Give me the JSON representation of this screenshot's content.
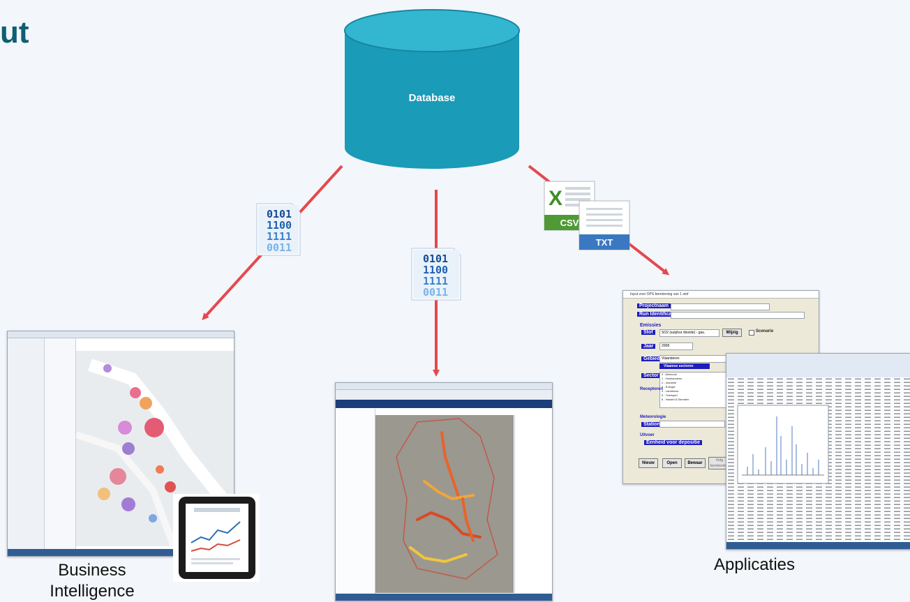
{
  "page": {
    "title": "ut"
  },
  "database": {
    "label": "Database"
  },
  "captions": {
    "bi_line1": "Business",
    "bi_line2": "Intelligence",
    "apps": "Applicaties"
  },
  "badges": {
    "csv": "CSV",
    "txt": "TXT",
    "binary_lines": [
      "0101",
      "1100",
      "1111",
      "0011"
    ]
  },
  "form": {
    "title": "Input voor OPS berekening van 1 stof",
    "projectnaam": "Projectnaam",
    "identificatie": "Run Identificatie",
    "emissies": "Emissies",
    "stof": "Stof",
    "stof_value": "SO2 (sulphur dioxide) - gas.",
    "wijzig": "Wijzig",
    "scenario": "Scenario",
    "jaar": "Jaar",
    "jaar_value": "2008",
    "gebied": "Gebied",
    "gebied_value": "Vlaanderen",
    "vlaamse": "Vlaamse sectoren",
    "sector": "Sector",
    "sector_options": [
      "0 - Allesvoal",
      "1 - Huishoudens",
      "2 - Industrie",
      "3 - Energie",
      "4 - Landbouw",
      "5 - Transport",
      "6 - Handel & Diensten"
    ],
    "receptoren": "Receptoren",
    "meteorologie": "Meteorologie",
    "station": "Station",
    "uitvoer": "Uitvoer",
    "eenheid": "Eenheid voor depositie",
    "nieuw": "Nieuw",
    "open": "Open",
    "bewaar": "Bewaar",
    "volg": "Volg berekening"
  },
  "colors": {
    "database": "#1a9bb8",
    "arrow": "#e5484d",
    "title": "#0f5f73"
  }
}
